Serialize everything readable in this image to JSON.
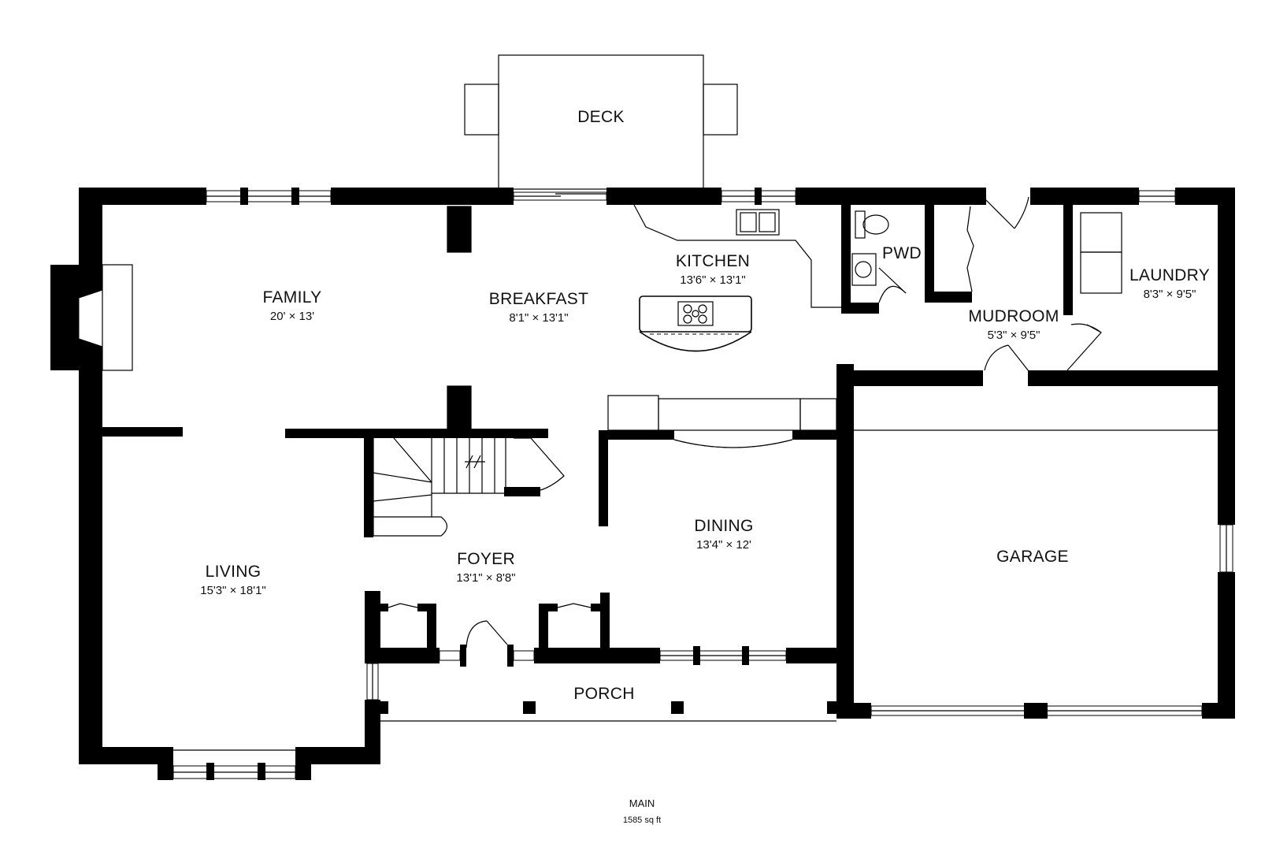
{
  "floor": {
    "name": "MAIN",
    "area": "1585 sq ft"
  },
  "rooms": {
    "deck": {
      "name": "DECK"
    },
    "family": {
      "name": "FAMILY",
      "dims": "20' × 13'"
    },
    "breakfast": {
      "name": "BREAKFAST",
      "dims": "8'1\" × 13'1\""
    },
    "kitchen": {
      "name": "KITCHEN",
      "dims": "13'6\" × 13'1\""
    },
    "pwd": {
      "name": "PWD"
    },
    "mudroom": {
      "name": "MUDROOM",
      "dims": "5'3\" × 9'5\""
    },
    "laundry": {
      "name": "LAUNDRY",
      "dims": "8'3\" × 9'5\""
    },
    "living": {
      "name": "LIVING",
      "dims": "15'3\" × 18'1\""
    },
    "foyer": {
      "name": "FOYER",
      "dims": "13'1\" × 8'8\""
    },
    "dining": {
      "name": "DINING",
      "dims": "13'4\" × 12'"
    },
    "garage": {
      "name": "GARAGE"
    },
    "porch": {
      "name": "PORCH"
    }
  }
}
